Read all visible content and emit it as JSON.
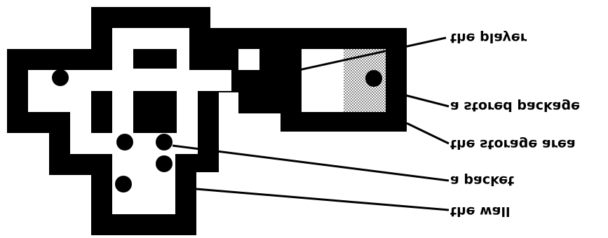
{
  "scene": {
    "colors": {
      "wall": "#000000",
      "floor": "#ffffff",
      "storage_hatch": "#9a9a9a"
    },
    "icons": {
      "player": "player-icon",
      "packet": "packet-icon",
      "stored_package": "stored-package-icon",
      "storage_area": "storage-area",
      "wall": "wall"
    }
  },
  "labels": {
    "player": "the player",
    "stored_package": "a stored package",
    "storage_area": "the storage area",
    "packet": "a packet",
    "wall": "the wall"
  }
}
